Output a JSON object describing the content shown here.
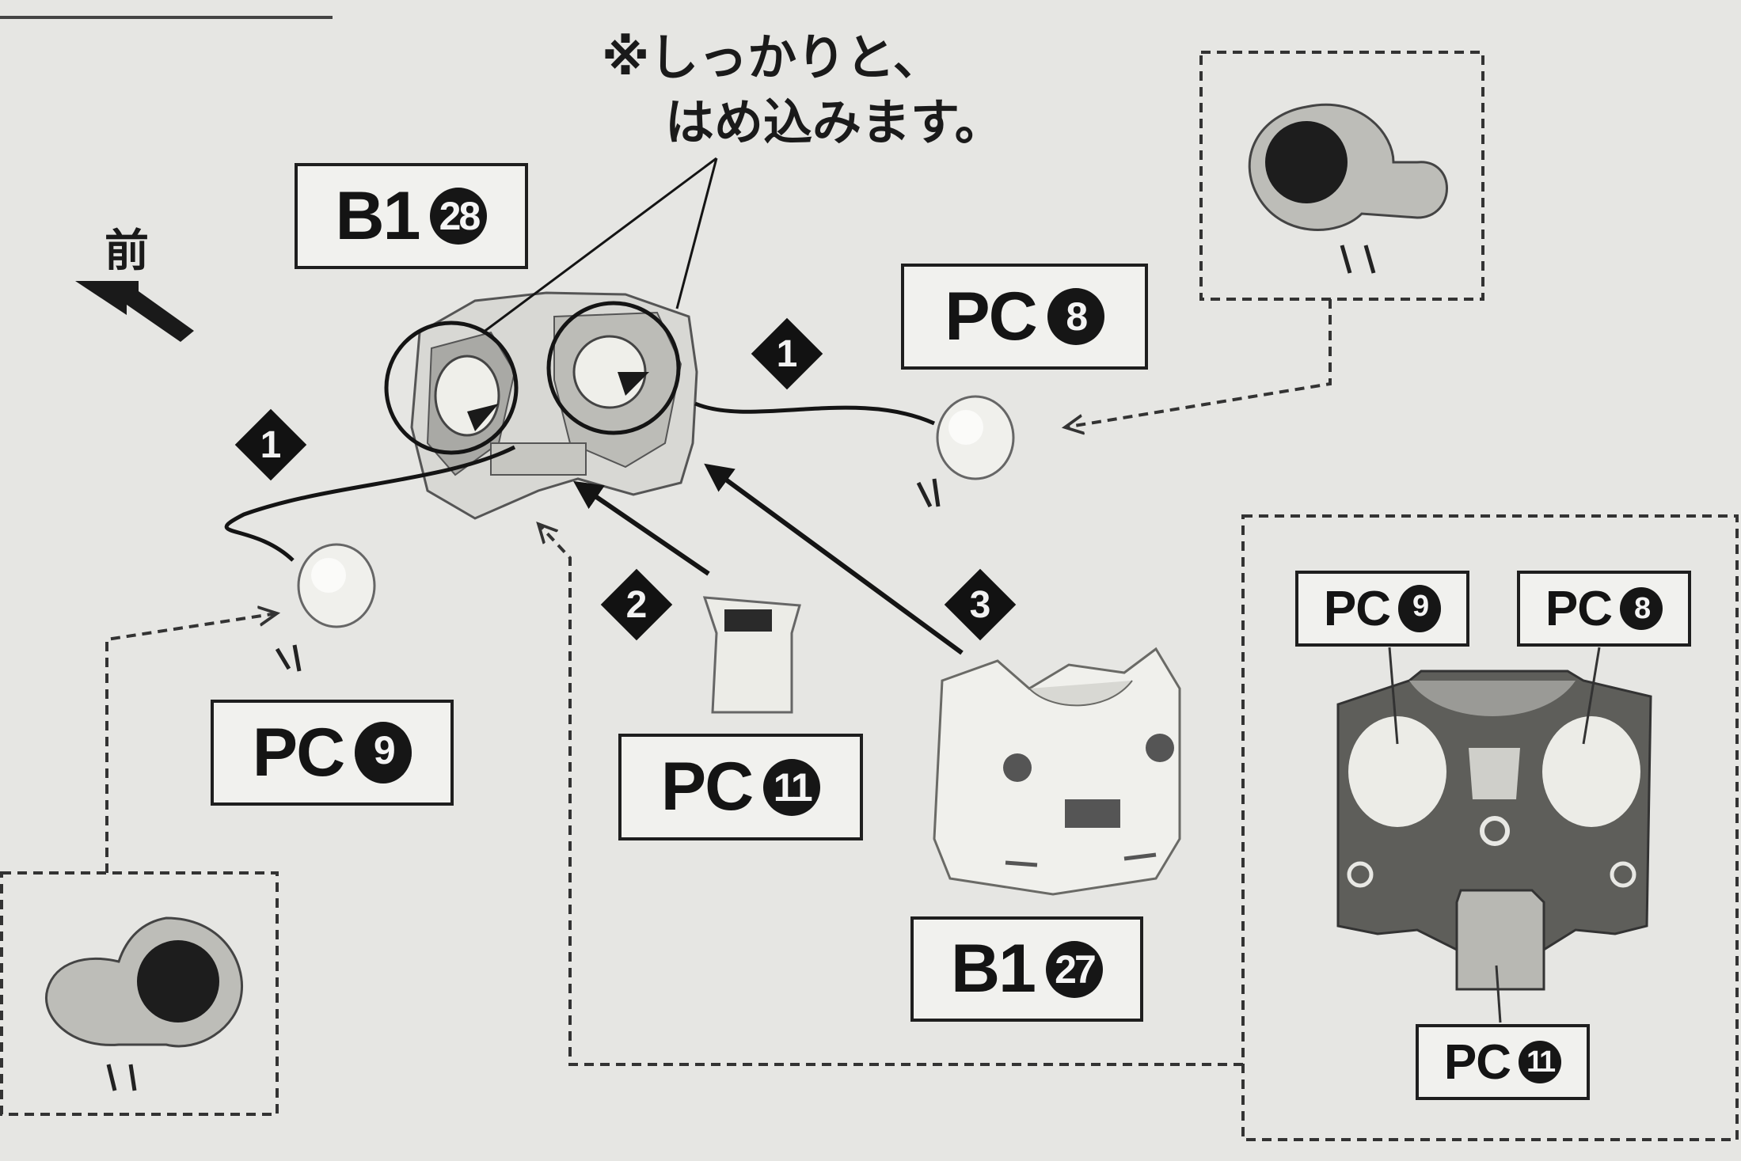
{
  "front_label": "前",
  "note": {
    "line1": "※しっかりと、",
    "line2": "はめ込みます。"
  },
  "labels": {
    "b1_28": {
      "code": "B1",
      "num": "28"
    },
    "b1_27": {
      "code": "B1",
      "num": "27"
    },
    "pc8_main": {
      "code": "PC",
      "num": "8"
    },
    "pc9_main": {
      "code": "PC",
      "num": "9"
    },
    "pc11_main": {
      "code": "PC",
      "num": "11"
    },
    "pc9_inset": {
      "code": "PC",
      "num": "9"
    },
    "pc8_inset": {
      "code": "PC",
      "num": "8"
    },
    "pc11_inset": {
      "code": "PC",
      "num": "11"
    }
  },
  "steps": {
    "s1_right": "1",
    "s1_left": "1",
    "s2": "2",
    "s3": "3"
  },
  "colors": {
    "background": "#e6e6e3",
    "ink": "#141414",
    "part_light": "#efefea",
    "part_mid": "#bdbdb8",
    "part_dark": "#7a7a76"
  }
}
